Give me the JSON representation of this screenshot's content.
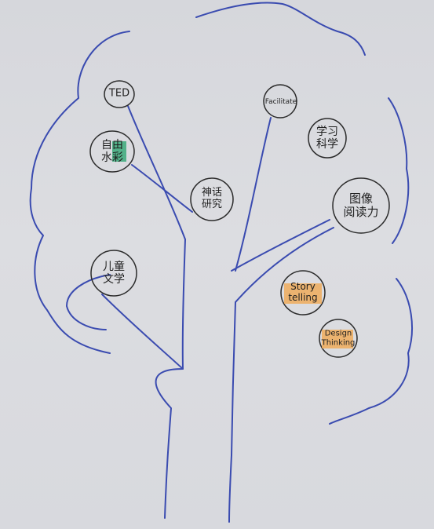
{
  "bubbles": {
    "ted": "TED",
    "facilitator": "Facilitate",
    "xuexi_kexue": [
      "学习",
      "科学"
    ],
    "ziyou_shuying": [
      "自由",
      "水彩"
    ],
    "shenhua_yanjiu": [
      "神话",
      "研究"
    ],
    "tuxiang_yuedu": [
      "图像",
      "阅读力"
    ],
    "ertong_wenxue": [
      "儿童",
      "文学"
    ],
    "storytelling": [
      "Story",
      "telling"
    ],
    "design_thinking": [
      "Design",
      "Thinking"
    ]
  },
  "colors": {
    "ink": "#3a4bb0",
    "highlight_green": "#3aa97a",
    "highlight_orange": "#f2a64a"
  }
}
